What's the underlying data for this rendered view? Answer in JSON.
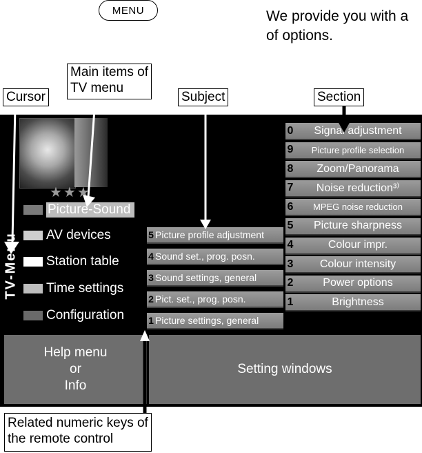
{
  "top": {
    "menu_key": "MENU",
    "intro_line1": "We provide you with a",
    "intro_line2": "of options."
  },
  "callouts": {
    "cursor": "Cursor",
    "main_items_line1": "Main items of",
    "main_items_line2": "TV menu",
    "subject": "Subject",
    "section": "Section",
    "numeric_line1": "Related numeric keys of",
    "numeric_line2": "the remote control"
  },
  "tv": {
    "vertical_title": "TV-Menu",
    "stars": "★★★",
    "main_items": [
      {
        "label": "Picture-Sound",
        "swatch": "#7a7a7a",
        "selected": true
      },
      {
        "label": "AV devices",
        "swatch": "#cfcfcf",
        "selected": false
      },
      {
        "label": "Station table",
        "swatch": "#ffffff",
        "selected": false
      },
      {
        "label": "Time settings",
        "swatch": "#bdbdbd",
        "selected": false
      },
      {
        "label": "Configuration",
        "swatch": "#6a6a6a",
        "selected": false
      }
    ],
    "subject_items": [
      {
        "num": "5",
        "label": "Picture profile adjustment"
      },
      {
        "num": "4",
        "label": "Sound set., prog. posn."
      },
      {
        "num": "3",
        "label": "Sound settings, general"
      },
      {
        "num": "2",
        "label": "Pict. set., prog. posn."
      },
      {
        "num": "1",
        "label": "Picture settings, general"
      }
    ],
    "section_items": [
      {
        "num": "0",
        "label": "Signal adjustment"
      },
      {
        "num": "9",
        "label": "Picture profile selection"
      },
      {
        "num": "8",
        "label": "Zoom/Panorama"
      },
      {
        "num": "7",
        "label": "Noise reduction³⁾"
      },
      {
        "num": "6",
        "label": "MPEG noise reduction"
      },
      {
        "num": "5",
        "label": "Picture sharpness"
      },
      {
        "num": "4",
        "label": "Colour impr."
      },
      {
        "num": "3",
        "label": "Colour intensity"
      },
      {
        "num": "2",
        "label": "Power options"
      },
      {
        "num": "1",
        "label": "Brightness"
      }
    ],
    "help_line1": "Help menu",
    "help_line2": "or",
    "help_line3": "Info",
    "setting_windows": "Setting windows"
  }
}
